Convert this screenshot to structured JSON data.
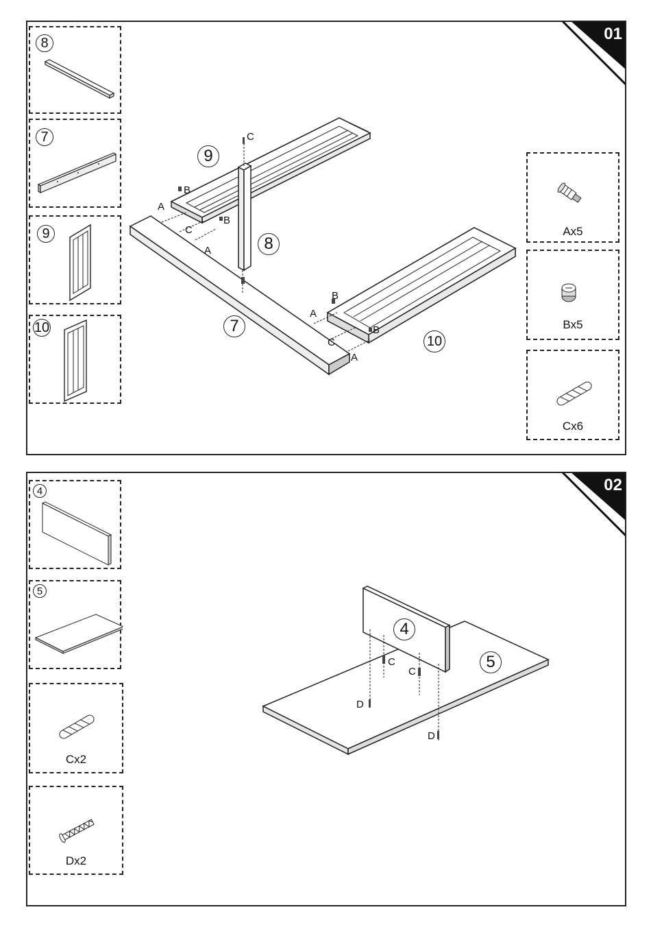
{
  "steps": [
    {
      "number": "01",
      "parts": [
        {
          "id": "8"
        },
        {
          "id": "7"
        },
        {
          "id": "9"
        },
        {
          "id": "10"
        }
      ],
      "hardware": [
        {
          "qty": "Ax5"
        },
        {
          "qty": "Bx5"
        },
        {
          "qty": "Cx6"
        }
      ],
      "callouts": {
        "p9": "9",
        "p8": "8",
        "p7": "7",
        "p10": "10"
      },
      "letters": {
        "a1": "A",
        "a2": "A",
        "a3": "A",
        "a4": "A",
        "b1": "B",
        "b2": "B",
        "b3": "B",
        "b4": "B",
        "c1": "C",
        "c2": "C",
        "c3": "C"
      }
    },
    {
      "number": "02",
      "parts": [
        {
          "id": "4"
        },
        {
          "id": "5"
        }
      ],
      "hardware": [
        {
          "qty": "Cx2"
        },
        {
          "qty": "Dx2"
        }
      ],
      "callouts": {
        "p4": "4",
        "p5": "5"
      },
      "letters": {
        "c1": "C",
        "c2": "C",
        "d1": "D",
        "d2": "D"
      }
    }
  ]
}
